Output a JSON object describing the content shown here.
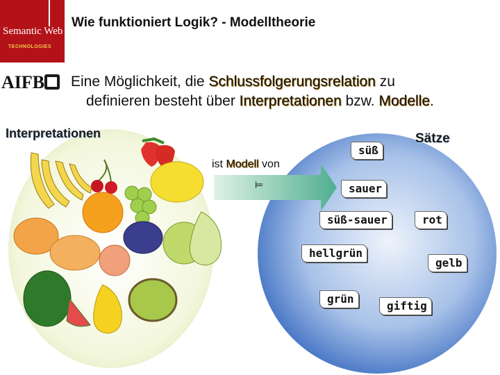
{
  "header": {
    "logo": {
      "brand": "Semantic Web",
      "tagline": "TECHNOLOGIES"
    },
    "title": "Wie funktioniert Logik? - Modelltheorie"
  },
  "aifb_logo": "AIFB",
  "bullet": {
    "part1": "Eine Möglichkeit, die ",
    "term1": "Schlussfolgerungsrelation",
    "part2": " zu",
    "part3": "definieren besteht über ",
    "term2": "Interpretationen",
    "part4": " bzw. ",
    "term3": "Modelle",
    "part5": "."
  },
  "interpretations": {
    "title": "Interpretationen"
  },
  "relation": {
    "before": "ist ",
    "term": "Modell",
    "after": " von",
    "arrow_label": "⊨"
  },
  "sentences": {
    "title": "Sätze",
    "items": [
      "süß",
      "sauer",
      "süß-sauer",
      "rot",
      "hellgrün",
      "gelb",
      "grün",
      "giftig"
    ]
  },
  "colors": {
    "brand_red": "#b31318",
    "sentence_ellipse": "#4a78c6",
    "fruit_ellipse": "#f2f4da",
    "arrow": "#5db69a"
  }
}
